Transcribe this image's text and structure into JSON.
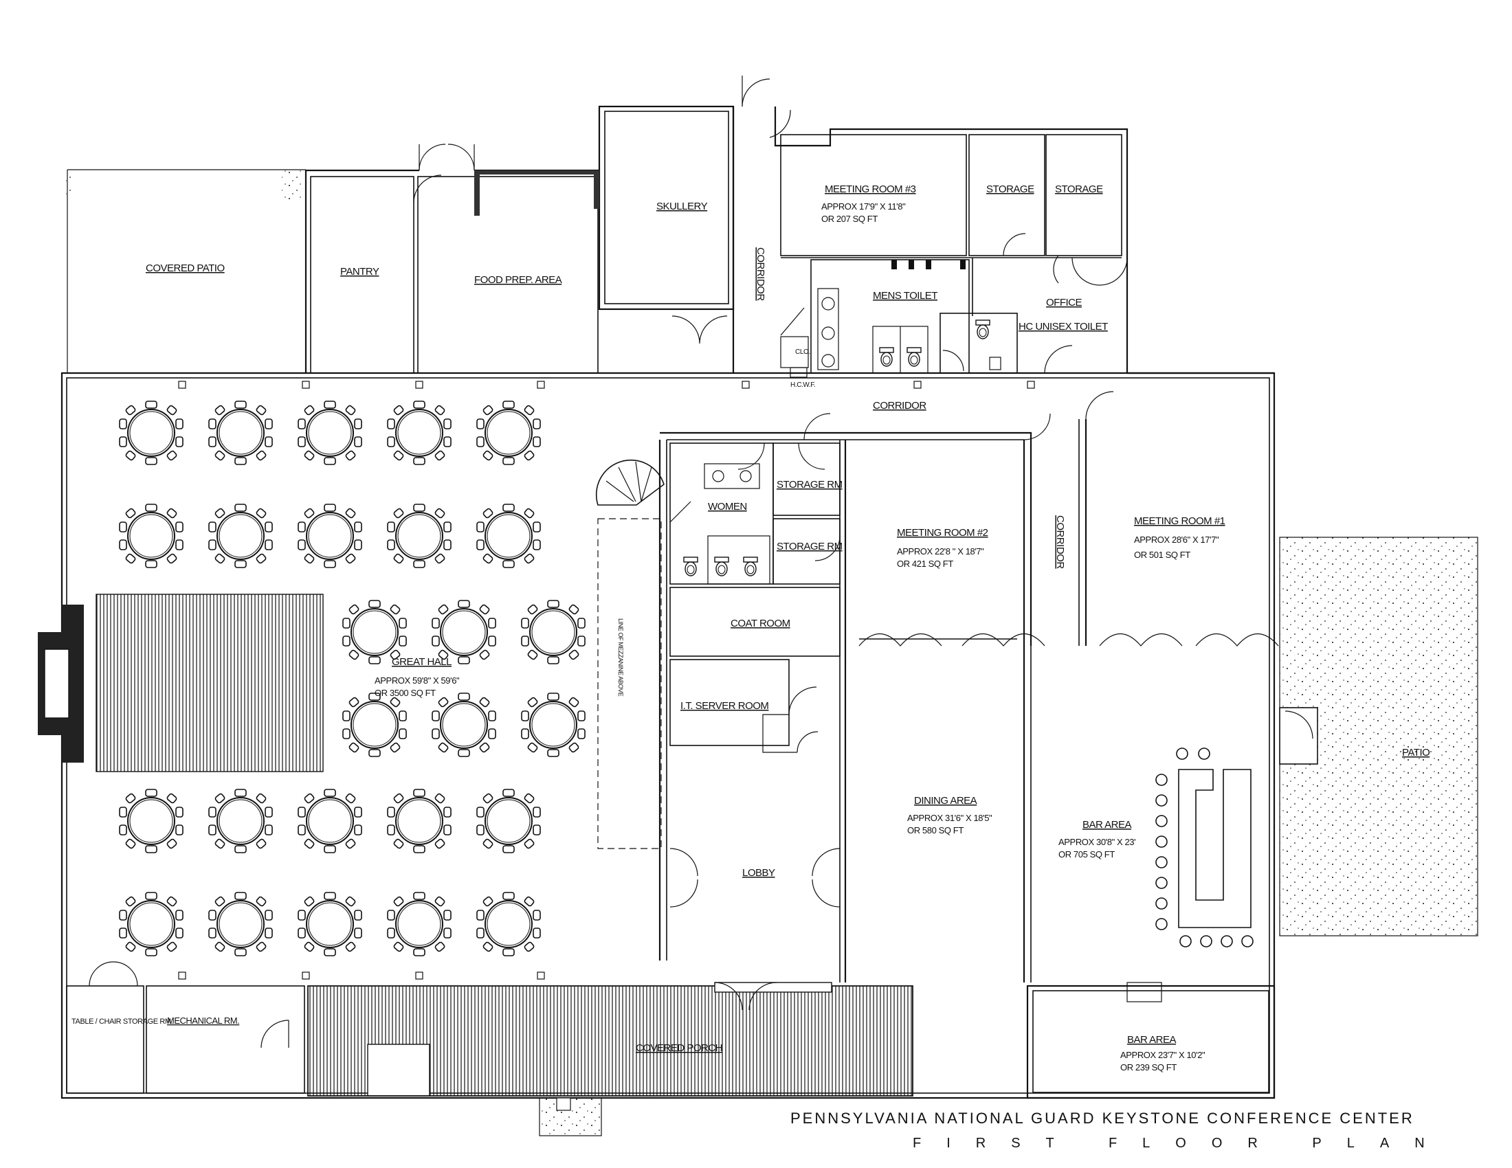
{
  "title": "PENNSYLVANIA NATIONAL GUARD KEYSTONE CONFERENCE CENTER",
  "subtitle": "FIRST FLOOR PLAN",
  "rooms": {
    "covered_patio": "COVERED PATIO",
    "pantry": "PANTRY",
    "food_prep": "FOOD PREP. AREA",
    "skullery": "SKULLERY",
    "corridor_vertical_top": "CORRIDOR",
    "meeting3": {
      "name": "MEETING ROOM #3",
      "dims": "APPROX 17'9\" X 11'8\"",
      "area": "OR 207 SQ FT"
    },
    "storage_a": "STORAGE",
    "storage_b": "STORAGE",
    "mens_toilet": "MENS TOILET",
    "office": "OFFICE",
    "hc_unisex_toilet": "HC UNISEX TOILET",
    "clo": "CLO.",
    "hcwf": "H.C.W.F.",
    "corridor_horizontal": "CORRIDOR",
    "women": "WOMEN",
    "storage_rm_a": "STORAGE RM",
    "storage_rm_b": "STORAGE RM",
    "meeting2": {
      "name": "MEETING ROOM #2",
      "dims": "APPROX 22'8 \" X 18'7\"",
      "area": "OR 421 SQ FT"
    },
    "corridor_vertical_right": "CORRIDOR",
    "meeting1": {
      "name": "MEETING ROOM #1",
      "dims": "APPROX 28'6\" X 17'7\"",
      "area": "OR 501 SQ FT"
    },
    "great_hall": {
      "name": "GREAT HALL",
      "dims": "APPROX 59'8\" X 59'6\"",
      "area": "OR 3500 SQ FT"
    },
    "mezzanine_line": "LINE OF MEZZANINE ABOVE",
    "coat_room": "COAT ROOM",
    "it_server_room": "I.T. SERVER ROOM",
    "dining_area": {
      "name": "DINING AREA",
      "dims": "APPROX 31'6\" X 18'5\"",
      "area": "OR 580 SQ FT"
    },
    "bar_area_main": {
      "name": "BAR AREA",
      "dims": "APPROX 30'8\" X 23'",
      "area": "OR 705 SQ FT"
    },
    "patio": "PATIO",
    "lobby": "LOBBY",
    "table_chair_storage": "TABLE / CHAIR STORAGE RM.",
    "mechanical_rm": "MECHANICAL RM.",
    "covered_porch": "COVERED PORCH",
    "bar_area_small": {
      "name": "BAR AREA",
      "dims": "APPROX 23'7\" X 10'2\"",
      "area": "OR 239 SQ FT"
    }
  }
}
